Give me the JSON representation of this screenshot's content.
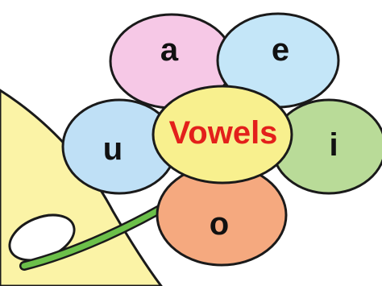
{
  "flower": {
    "center": {
      "text": "Vowels",
      "text_color": "#e3201b",
      "fill": "#f8f08e"
    },
    "petals": {
      "a": {
        "text": "a",
        "fill": "#f6c8e6"
      },
      "e": {
        "text": "e",
        "fill": "#c4e6f8"
      },
      "i": {
        "text": "i",
        "fill": "#b9db98"
      },
      "o": {
        "text": "o",
        "fill": "#f5a97f"
      },
      "u": {
        "text": "u",
        "fill": "#bfe0f6"
      }
    },
    "stem_color": "#6cc04a",
    "background_shape_color": "#fbf3a6",
    "outline_color": "#1a1a1a"
  }
}
